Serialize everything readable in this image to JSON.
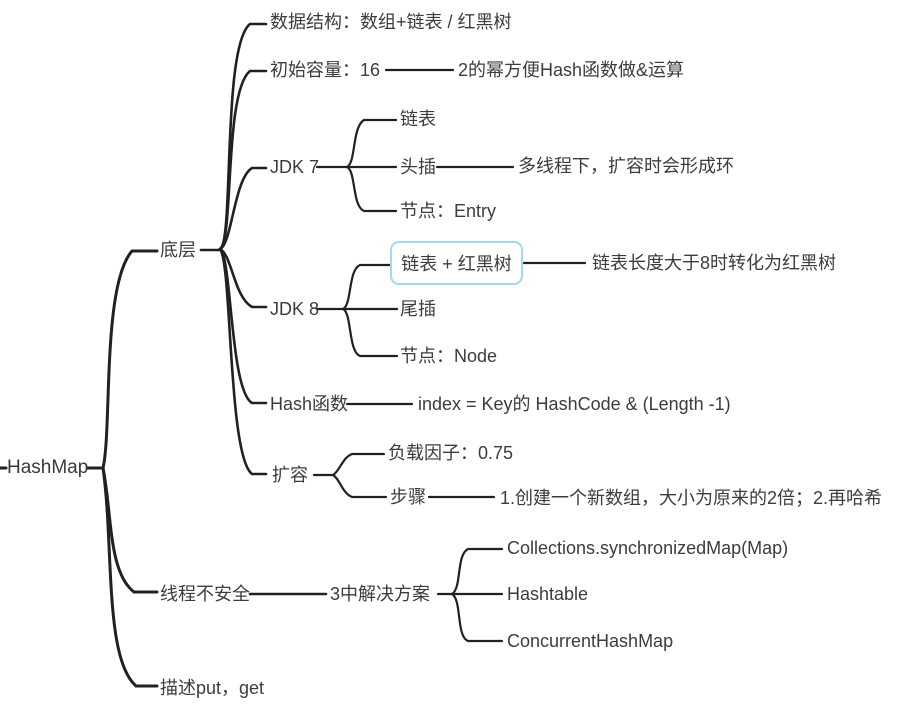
{
  "diagram": {
    "type": "mindmap",
    "topic": "HashMap",
    "colors": {
      "line": "#212121",
      "text": "#3c3c3c",
      "highlight_border": "#a2d8f4",
      "background": "#ffffff"
    }
  },
  "nodes": {
    "root": {
      "label": "HashMap"
    },
    "diceng": {
      "label": "底层"
    },
    "shujujiegou": {
      "label": "数据结构：数组+链表 / 红黑树"
    },
    "chushirongliang": {
      "label": "初始容量：16"
    },
    "mifang": {
      "label": "2的幂方便Hash函数做&运算"
    },
    "jdk7": {
      "label": "JDK 7"
    },
    "jdk7_lianbiao": {
      "label": "链表"
    },
    "toucha": {
      "label": "头插"
    },
    "duoxiancheng": {
      "label": "多线程下，扩容时会形成环"
    },
    "jiedian_entry": {
      "label": "节点：Entry"
    },
    "jdk8": {
      "label": "JDK 8"
    },
    "jdk8_lianbiao": {
      "label": "链表 + 红黑树"
    },
    "zhuanhua": {
      "label": "链表长度大于8时转化为红黑树"
    },
    "weicha": {
      "label": "尾插"
    },
    "jiedian_node": {
      "label": "节点：Node"
    },
    "hash_hanshu": {
      "label": "Hash函数"
    },
    "index_formula": {
      "label": "index = Key的 HashCode & (Length -1)"
    },
    "kuorong": {
      "label": "扩容"
    },
    "fuzaiyinzi": {
      "label": "负载因子：0.75"
    },
    "buzhou": {
      "label": "步骤"
    },
    "buzhou_xiangqing": {
      "label": "1.创建一个新数组，大小为原来的2倍；2.再哈希"
    },
    "xianchengbuanquan": {
      "label": "线程不安全"
    },
    "jiejuefangan": {
      "label": "3中解决方案"
    },
    "collections_sync": {
      "label": "Collections.synchronizedMap(Map)"
    },
    "hashtable": {
      "label": "Hashtable"
    },
    "concurrent": {
      "label": "ConcurrentHashMap"
    },
    "miaoshu": {
      "label": "描述put，get"
    }
  }
}
